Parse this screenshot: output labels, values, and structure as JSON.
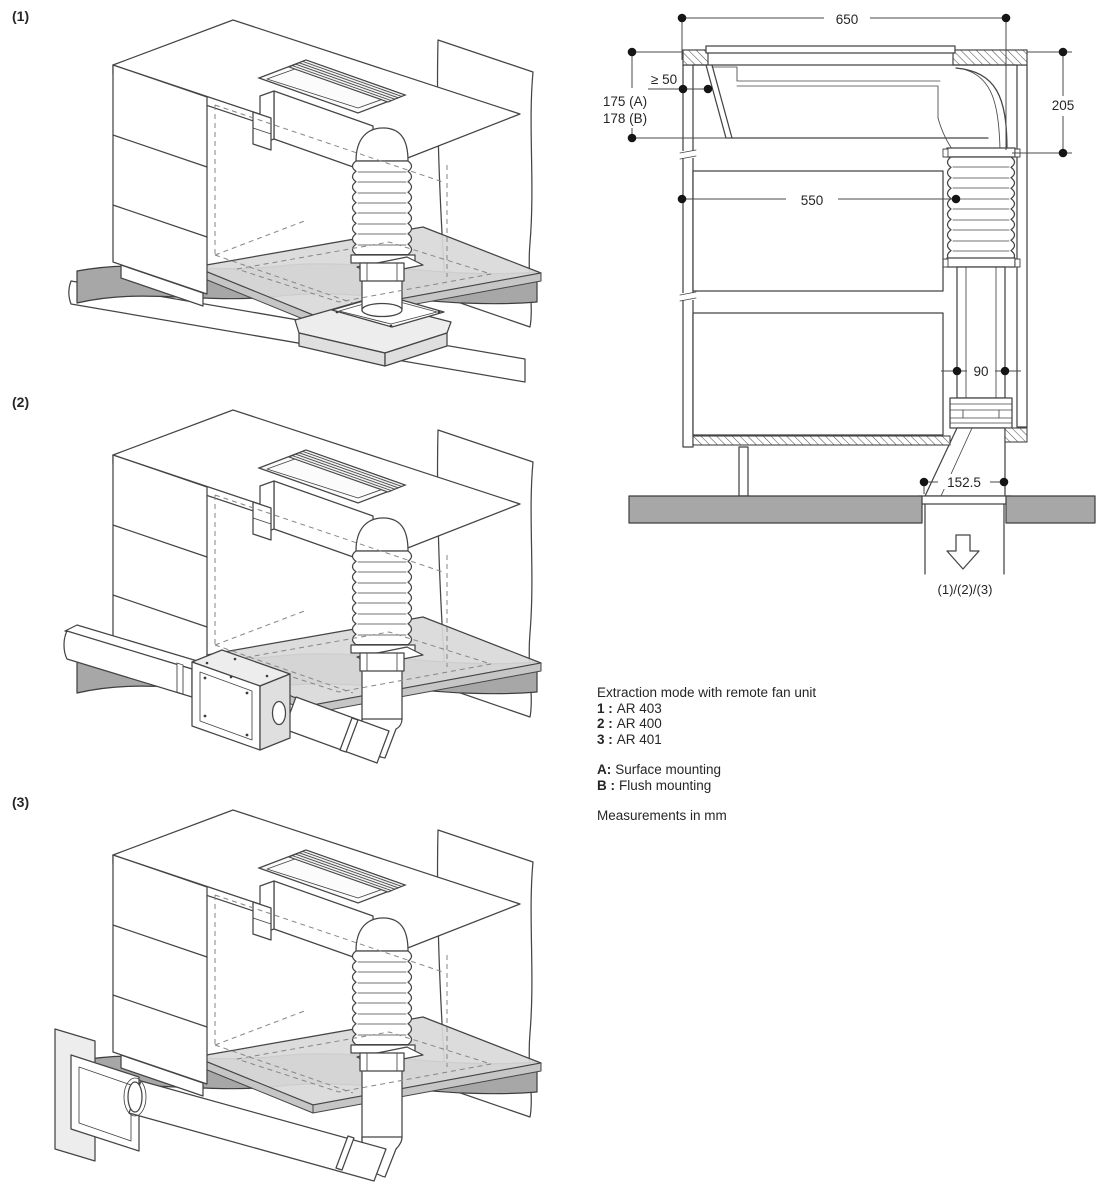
{
  "variants": {
    "v1": "(1)",
    "v2": "(2)",
    "v3": "(3)"
  },
  "section": {
    "dim_width_top": "650",
    "dim_clearance": "≥ 50",
    "dim_depth_surface": "175 (A)",
    "dim_depth_flush": "178 (B)",
    "dim_height_right": "205",
    "dim_interior_width": "550",
    "dim_duct_width": "90",
    "dim_duct_offset": "152.5",
    "outlet_variants": "(1)/(2)/(3)"
  },
  "legend": {
    "title": "Extraction mode with remote fan unit",
    "models": [
      {
        "key": "1 :",
        "value": "AR 403"
      },
      {
        "key": "2 :",
        "value": "AR 400"
      },
      {
        "key": "3 :",
        "value": "AR 401"
      }
    ],
    "mounting": [
      {
        "key": "A:",
        "value": "Surface mounting"
      },
      {
        "key": "B :",
        "value": "Flush mounting"
      }
    ],
    "note": "Measurements in mm"
  },
  "colors": {
    "ink": "#454545",
    "dim": "#4a4a4a",
    "text": "#262626",
    "slab": "#a7a7a7",
    "glass": "#d9d9d9",
    "paper": "#ffffff",
    "panel": "#ededed"
  }
}
